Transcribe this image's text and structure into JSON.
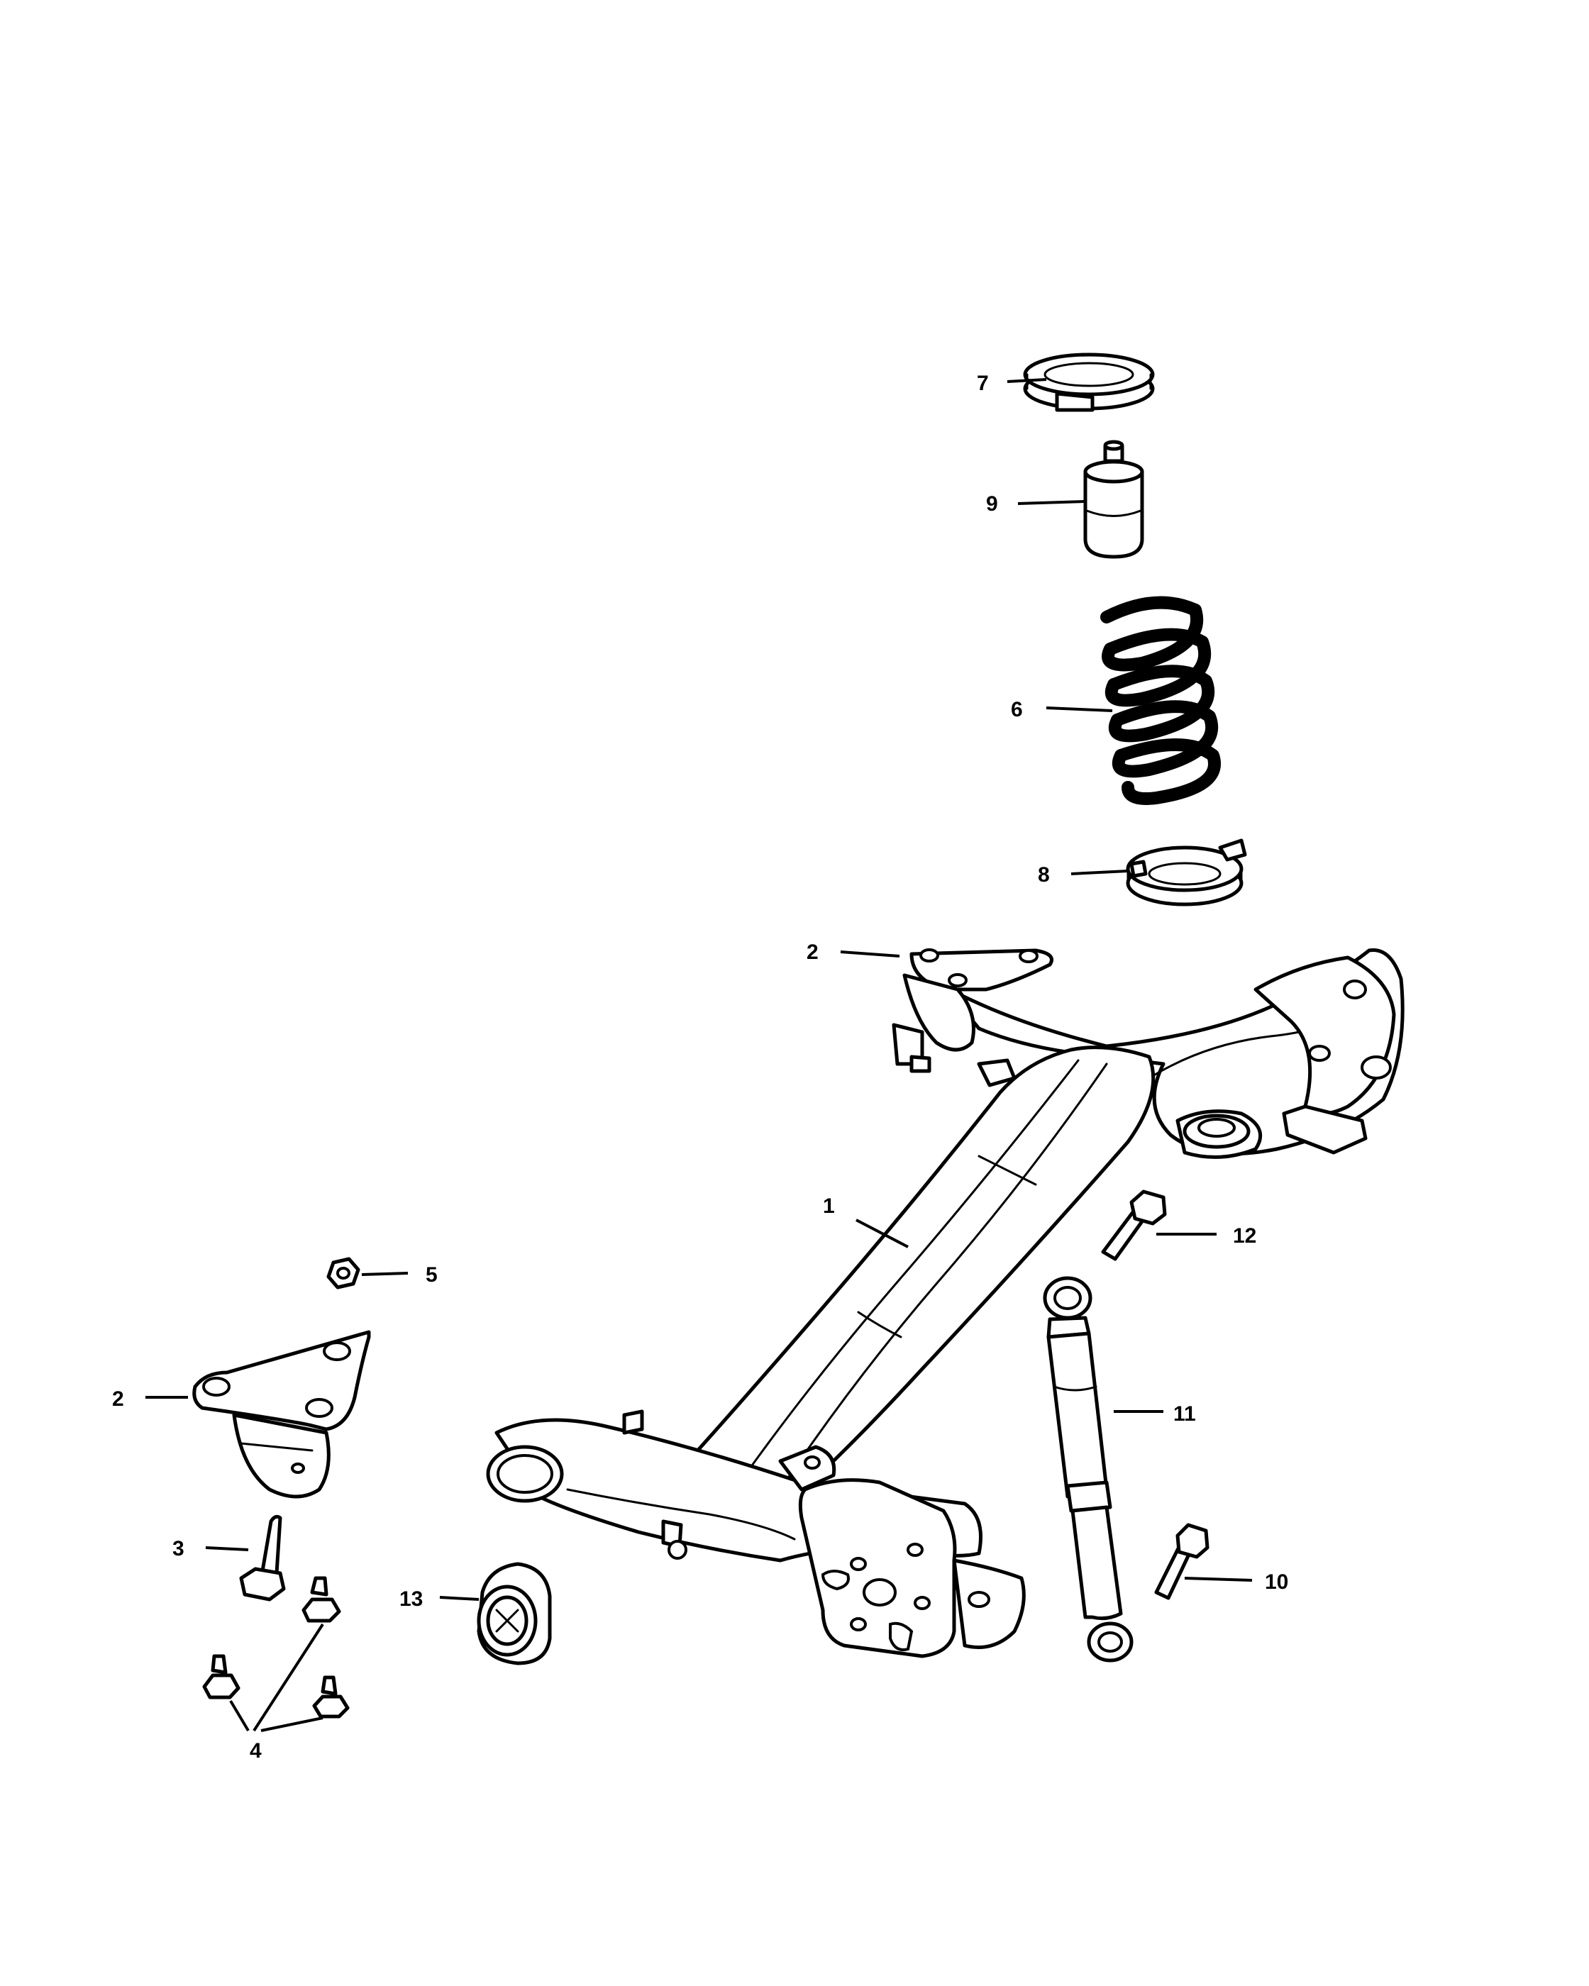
{
  "diagram": {
    "callouts": {
      "c1": "1",
      "c2_upper": "2",
      "c2_lower": "2",
      "c3": "3",
      "c4": "4",
      "c5": "5",
      "c6": "6",
      "c7": "7",
      "c8": "8",
      "c9": "9",
      "c10": "10",
      "c11": "11",
      "c12": "12",
      "c13": "13"
    }
  }
}
